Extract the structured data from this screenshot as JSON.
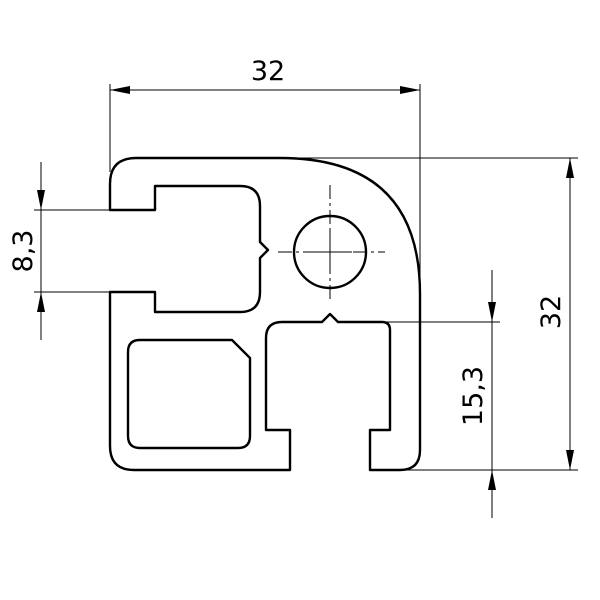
{
  "drawing": {
    "dimensions": {
      "top_width": "32",
      "right_height": "32",
      "left_slot": "8,3",
      "right_slot": "15,3"
    }
  }
}
